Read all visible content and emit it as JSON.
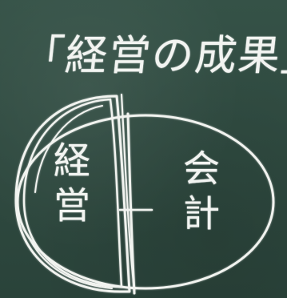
{
  "board": {
    "title": "「経営の成果」",
    "left_section": "経営",
    "right_section": "会計"
  }
}
